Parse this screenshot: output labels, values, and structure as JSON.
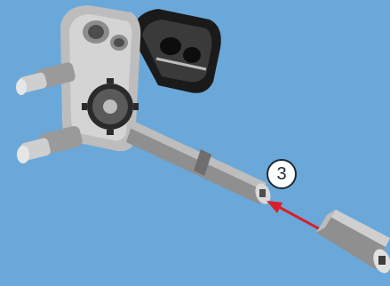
{
  "step": {
    "number": "3"
  },
  "colors": {
    "background": "#6aa8d9",
    "arrow": "#d8202b",
    "part_light": "#cfcfcf",
    "part_mid": "#9a9a9a",
    "part_dark": "#5a5a5a",
    "frame_black": "#1a1a1a",
    "badge_fill": "#ffffff",
    "badge_text": "#1f2a33"
  },
  "icons": {
    "assembly": "lego-technic-assembly",
    "loose_part": "axle-connector-part",
    "arrow": "insert-arrow"
  }
}
